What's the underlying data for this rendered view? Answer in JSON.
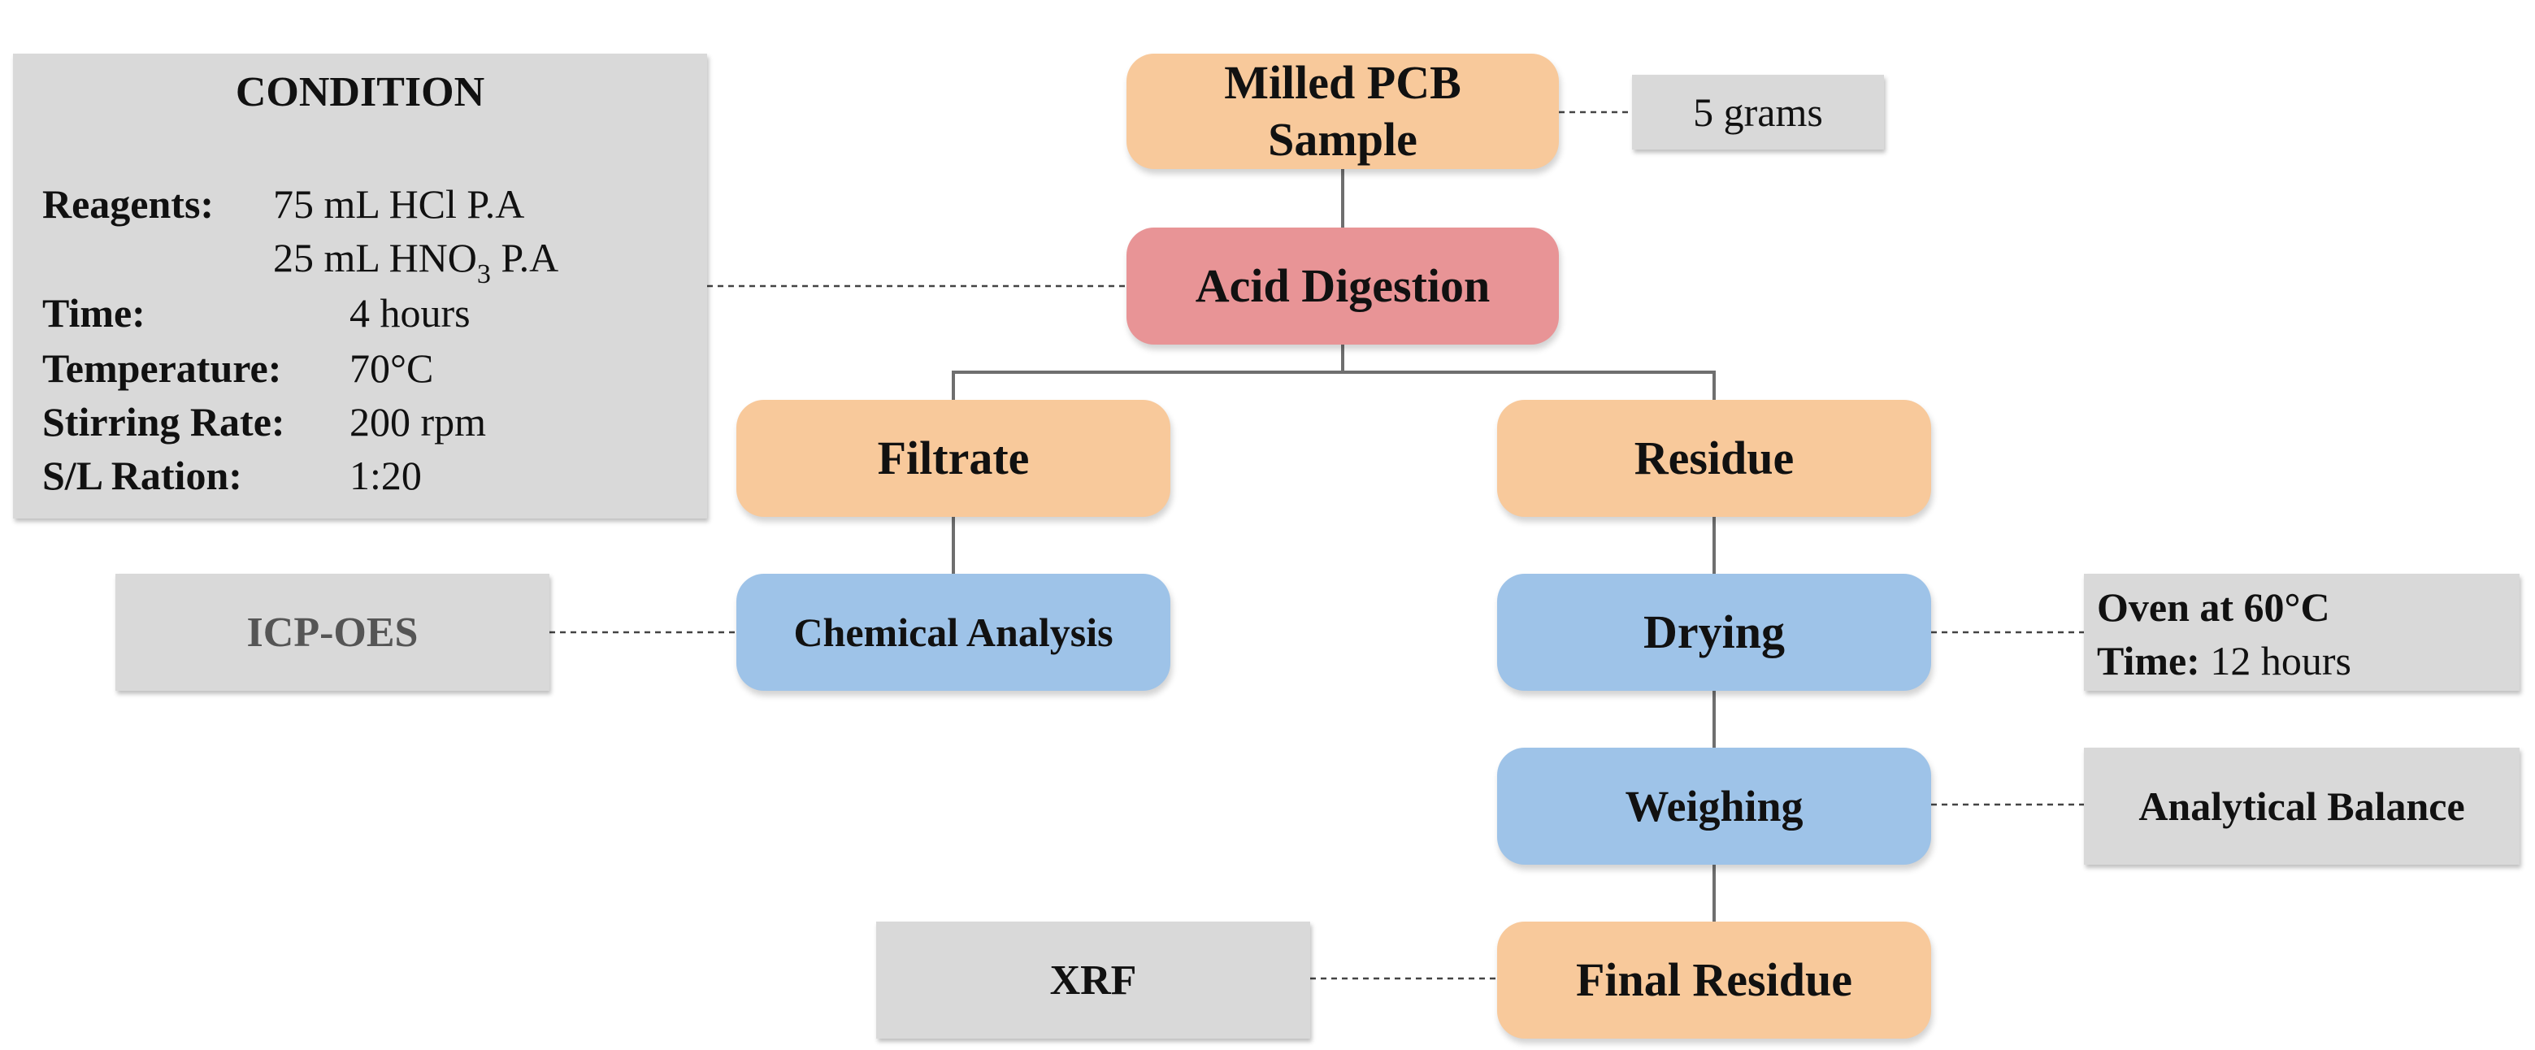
{
  "nodes": {
    "milled": "Milled PCB Sample",
    "acid": "Acid Digestion",
    "filtrate": "Filtrate",
    "residue": "Residue",
    "chemical_analysis": "Chemical Analysis",
    "drying": "Drying",
    "weighing": "Weighing",
    "final_residue": "Final Residue"
  },
  "annotations": {
    "grams": "5 grams",
    "icp": "ICP-OES",
    "xrf": "XRF",
    "balance": "Analytical Balance",
    "oven_label": "Oven at 60°C",
    "oven_time_label": "Time:",
    "oven_time_value": "12 hours"
  },
  "condition": {
    "title": "CONDITION",
    "reagents_label": "Reagents:",
    "reagent_1": "75 mL HCl P.A",
    "reagent_2_prefix": "25 mL HNO",
    "reagent_2_sub": "3",
    "reagent_2_suffix": " P.A",
    "time_label": "Time:",
    "time_value": "4 hours",
    "temperature_label": "Temperature:",
    "temperature_value": "70°C",
    "stirring_label": "Stirring Rate:",
    "stirring_value": "200 rpm",
    "sl_label": "S/L Ration:",
    "sl_value": "1:20"
  },
  "colors": {
    "process_orange": "#f8c99b",
    "digestion_red": "#e89496",
    "analysis_blue": "#9ec3e8",
    "annotation_gray": "#d9d9d9"
  }
}
